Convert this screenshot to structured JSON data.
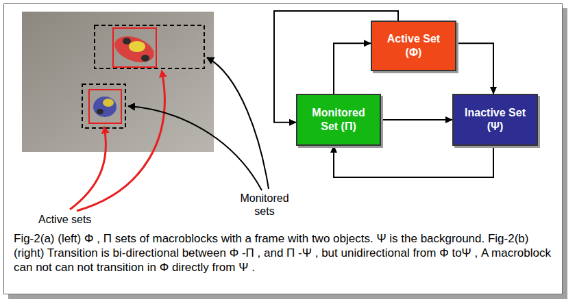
{
  "diagram": {
    "caption": "Fig-2(a) (left) Φ , Π sets of macroblocks with a frame with two objects. Ψ is the background. Fig-2(b) (right) Transition is bi-directional between Φ -Π , and Π -Ψ , but unidirectional from Φ toΨ , A macroblock can not can not transition in Φ directly from Ψ .",
    "nodes": [
      {
        "text": [
          "Active Set (Φ)"
        ]
      },
      {
        "text": [
          "Monitored Set (Π)"
        ]
      },
      {
        "text": [
          "Inactive Set (Ψ)"
        ]
      }
    ],
    "edges": [
      {
        "from": 1,
        "to": 0,
        "arrow": "to"
      },
      {
        "from": 0,
        "to": 1,
        "arrow": "to"
      },
      {
        "from": 0,
        "to": 2,
        "arrow": "to"
      },
      {
        "from": 1,
        "to": 2,
        "arrow": "to"
      },
      {
        "from": 2,
        "to": 1,
        "arrow": "to"
      }
    ],
    "labels": [
      "Active sets",
      "Monitored sets"
    ]
  }
}
